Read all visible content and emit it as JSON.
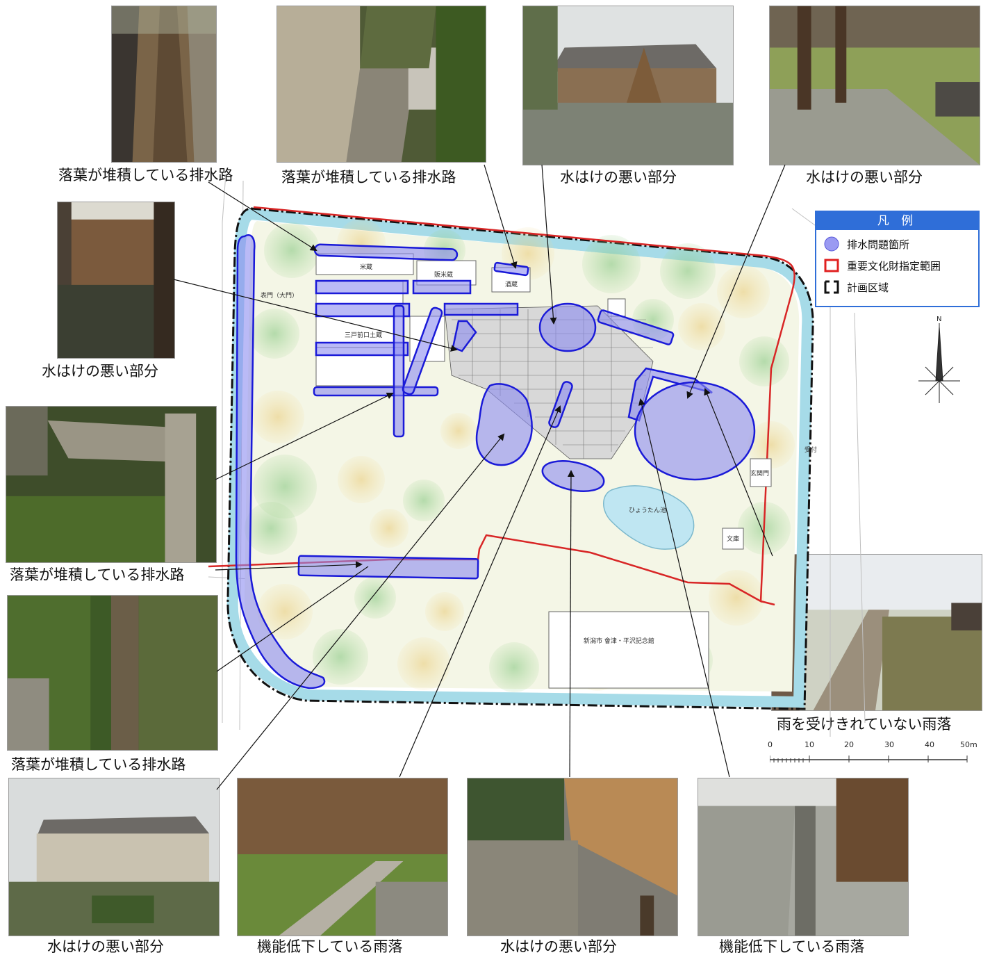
{
  "captions": {
    "c1": "落葉が堆積している排水路",
    "c2": "落葉が堆積している排水路",
    "c3": "水はけの悪い部分",
    "c4": "水はけの悪い部分",
    "c5": "水はけの悪い部分",
    "c6": "落葉が堆積している排水路",
    "c7": "落葉が堆積している排水路",
    "c8": "水はけの悪い部分",
    "c9": "機能低下している雨落",
    "c10": "水はけの悪い部分",
    "c11": "機能低下している雨落",
    "c12": "雨を受けきれていない雨落"
  },
  "legend": {
    "title": "凡 例",
    "items": [
      {
        "label": "排水問題箇所",
        "color": "#8c8cf0"
      },
      {
        "label": "重要文化財指定範囲",
        "color": "#e02020"
      },
      {
        "label": "計画区域",
        "color": "#111111"
      }
    ]
  },
  "scale": {
    "ticks": [
      "0",
      "10",
      "20",
      "30",
      "40",
      "50m"
    ]
  },
  "map_labels": {
    "north": "N",
    "pond": "ひょうたん池",
    "rice_store": "米蔵",
    "sale_store": "販米蔵",
    "sake_store": "酒蔵",
    "gate": "表門（大門）",
    "earth_store": "三戸前口土蔵",
    "reception": "受付",
    "library": "文庫",
    "memorial": "新潟市\n會津・平沢記念館",
    "inner_gate": "玄関門"
  }
}
